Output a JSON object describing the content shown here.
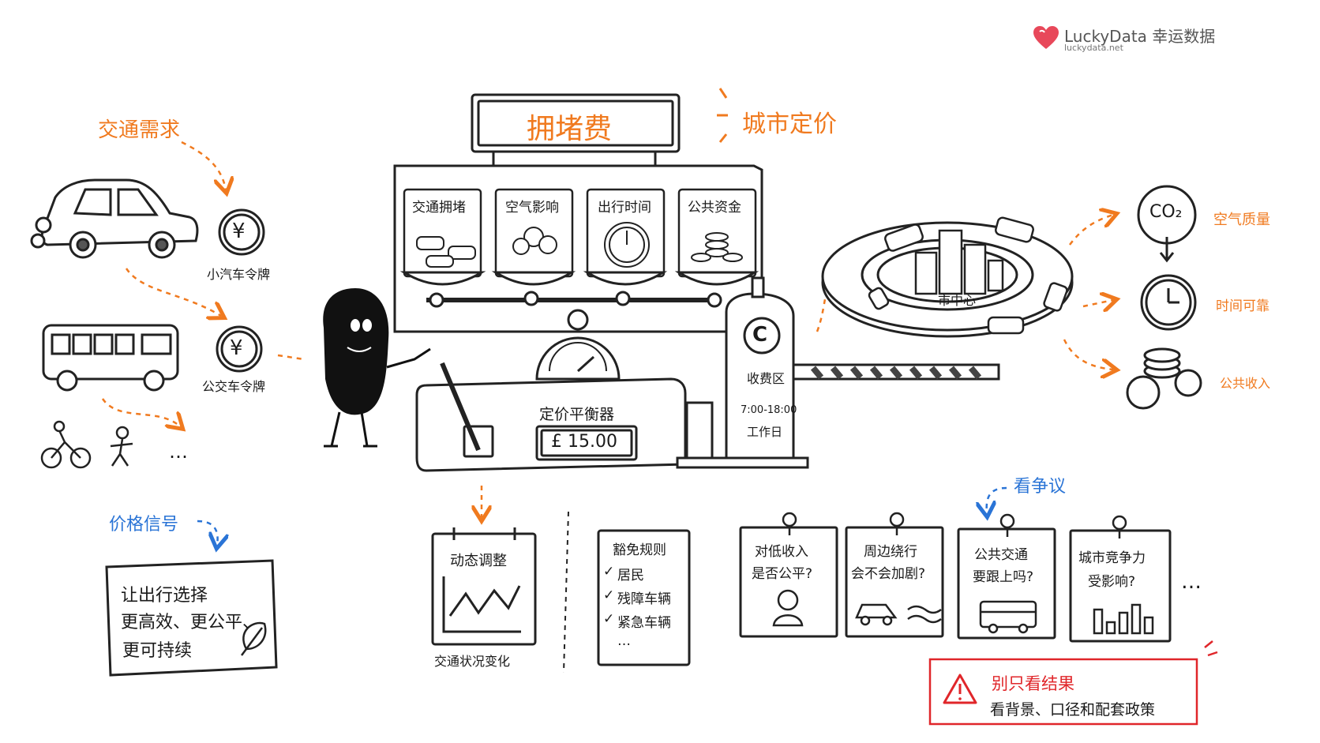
{
  "logo": {
    "brand": "LuckyData 幸运数据",
    "url": "luckydata.net"
  },
  "header": {
    "sign": "拥堵费",
    "tagline": "城市定价"
  },
  "demand": {
    "title": "交通需求",
    "car_token": "小汽车令牌",
    "bus_token": "公交车令牌",
    "token_symbol": "¥",
    "ellipsis": "…"
  },
  "scale": {
    "pans": [
      "交通拥堵",
      "空气影响",
      "出行时间",
      "公共资金"
    ],
    "machine_label": "定价平衡器",
    "price": "£ 15.00"
  },
  "toll": {
    "symbol": "C",
    "zone": "收费区",
    "hours": "7:00-18:00",
    "days": "工作日"
  },
  "city": {
    "center": "市中心"
  },
  "outcomes": {
    "co2": "CO₂",
    "air": "空气质量",
    "time": "时间可靠",
    "revenue": "公共收入"
  },
  "price_signal": {
    "title": "价格信号",
    "lines": [
      "让出行选择",
      "更高效、更公平、",
      "更可持续"
    ]
  },
  "dynamic": {
    "title": "动态调整",
    "caption": "交通状况变化"
  },
  "exemptions": {
    "title": "豁免规则",
    "items": [
      "居民",
      "残障车辆",
      "紧急车辆"
    ],
    "more": "…",
    "check": "✓"
  },
  "controversy": {
    "title": "看争议",
    "notes": [
      [
        "对低收入",
        "是否公平?"
      ],
      [
        "周边绕行",
        "会不会加剧?"
      ],
      [
        "公共交通",
        "要跟上吗?"
      ],
      [
        "城市竞争力",
        "受影响?"
      ]
    ],
    "more": "…"
  },
  "warning": {
    "title": "别只看结果",
    "body": "看背景、口径和配套政策"
  },
  "colors": {
    "orange": "#f07a1f",
    "blue": "#2a74d6",
    "red": "#e0262a",
    "ink": "#1a1a1a",
    "logo": "#e8485a"
  }
}
